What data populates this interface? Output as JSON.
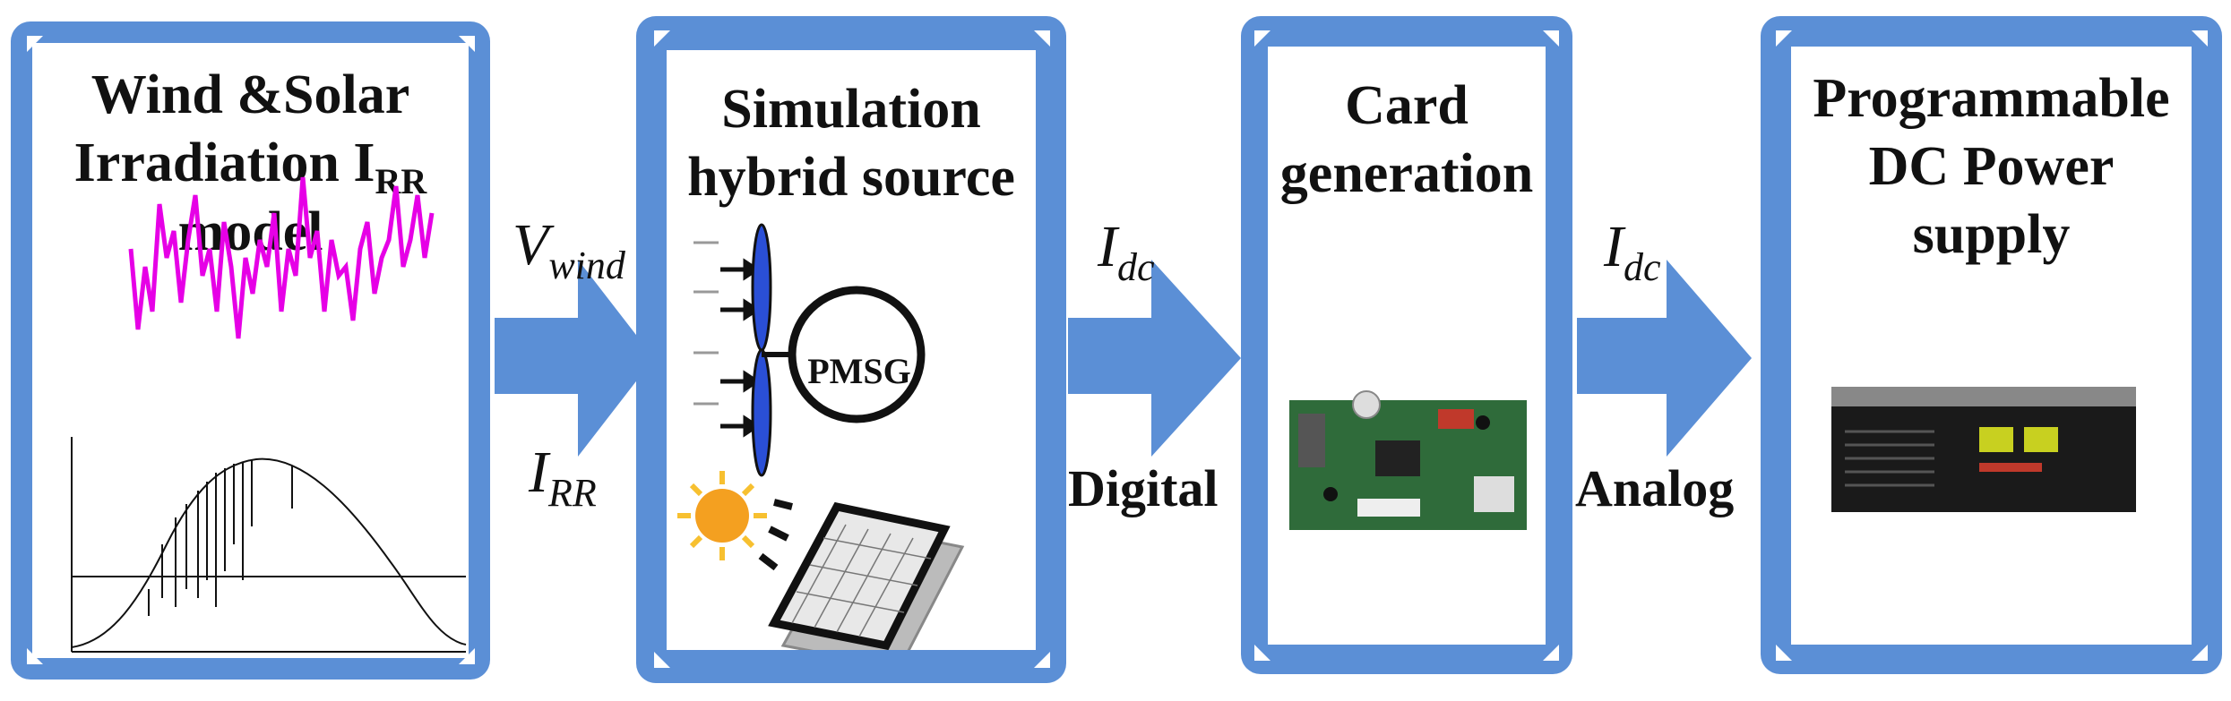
{
  "blocks": [
    {
      "title_line1": "Wind &Solar",
      "title_line2": "Irradiation I",
      "title_sub": "RR",
      "title_line3": "model"
    },
    {
      "title_line1": "Simulation",
      "title_line2": "hybrid source",
      "generator_label": "PMSG"
    },
    {
      "title_line1": "Card",
      "title_line2": "generation"
    },
    {
      "title_line1": "Programmable",
      "title_line2": "DC  Power",
      "title_line3": "supply"
    }
  ],
  "arrows": [
    {
      "top_label": "V",
      "top_sub": "wind",
      "bottom_label": "I",
      "bottom_sub": "RR"
    },
    {
      "top_label": "I",
      "top_sub": "dc",
      "bottom_text": "Digital"
    },
    {
      "top_label": "I",
      "top_sub": "dc",
      "bottom_text": "Analog"
    }
  ],
  "colors": {
    "block": "#5b8fd6",
    "signal": "#e600e6",
    "text": "#111111"
  }
}
